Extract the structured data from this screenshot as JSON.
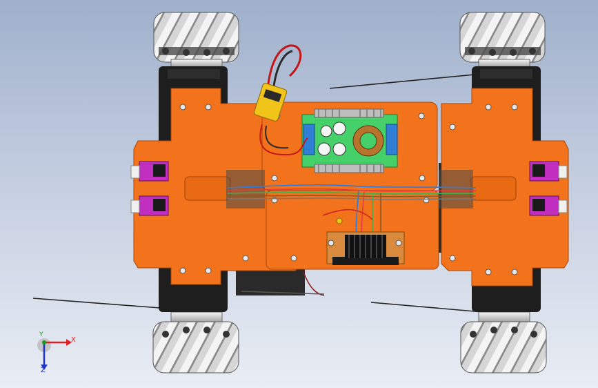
{
  "view": {
    "background_top": "#9fb0cb",
    "background_bottom": "#e9edf4"
  },
  "model": {
    "plate_color": "#f2731c",
    "motor_color": "#1e1e1e",
    "wheel_color": "#dcdcdc",
    "converter_board_color": "#46d06a",
    "driver_board_color": "#c02fc0",
    "connector_color": "#f0c419"
  },
  "triad": {
    "x_label": "X",
    "y_label": "Y",
    "z_label": "Z",
    "x_color": "#e02020",
    "y_color": "#1c9a1c",
    "z_color": "#2032c8"
  }
}
